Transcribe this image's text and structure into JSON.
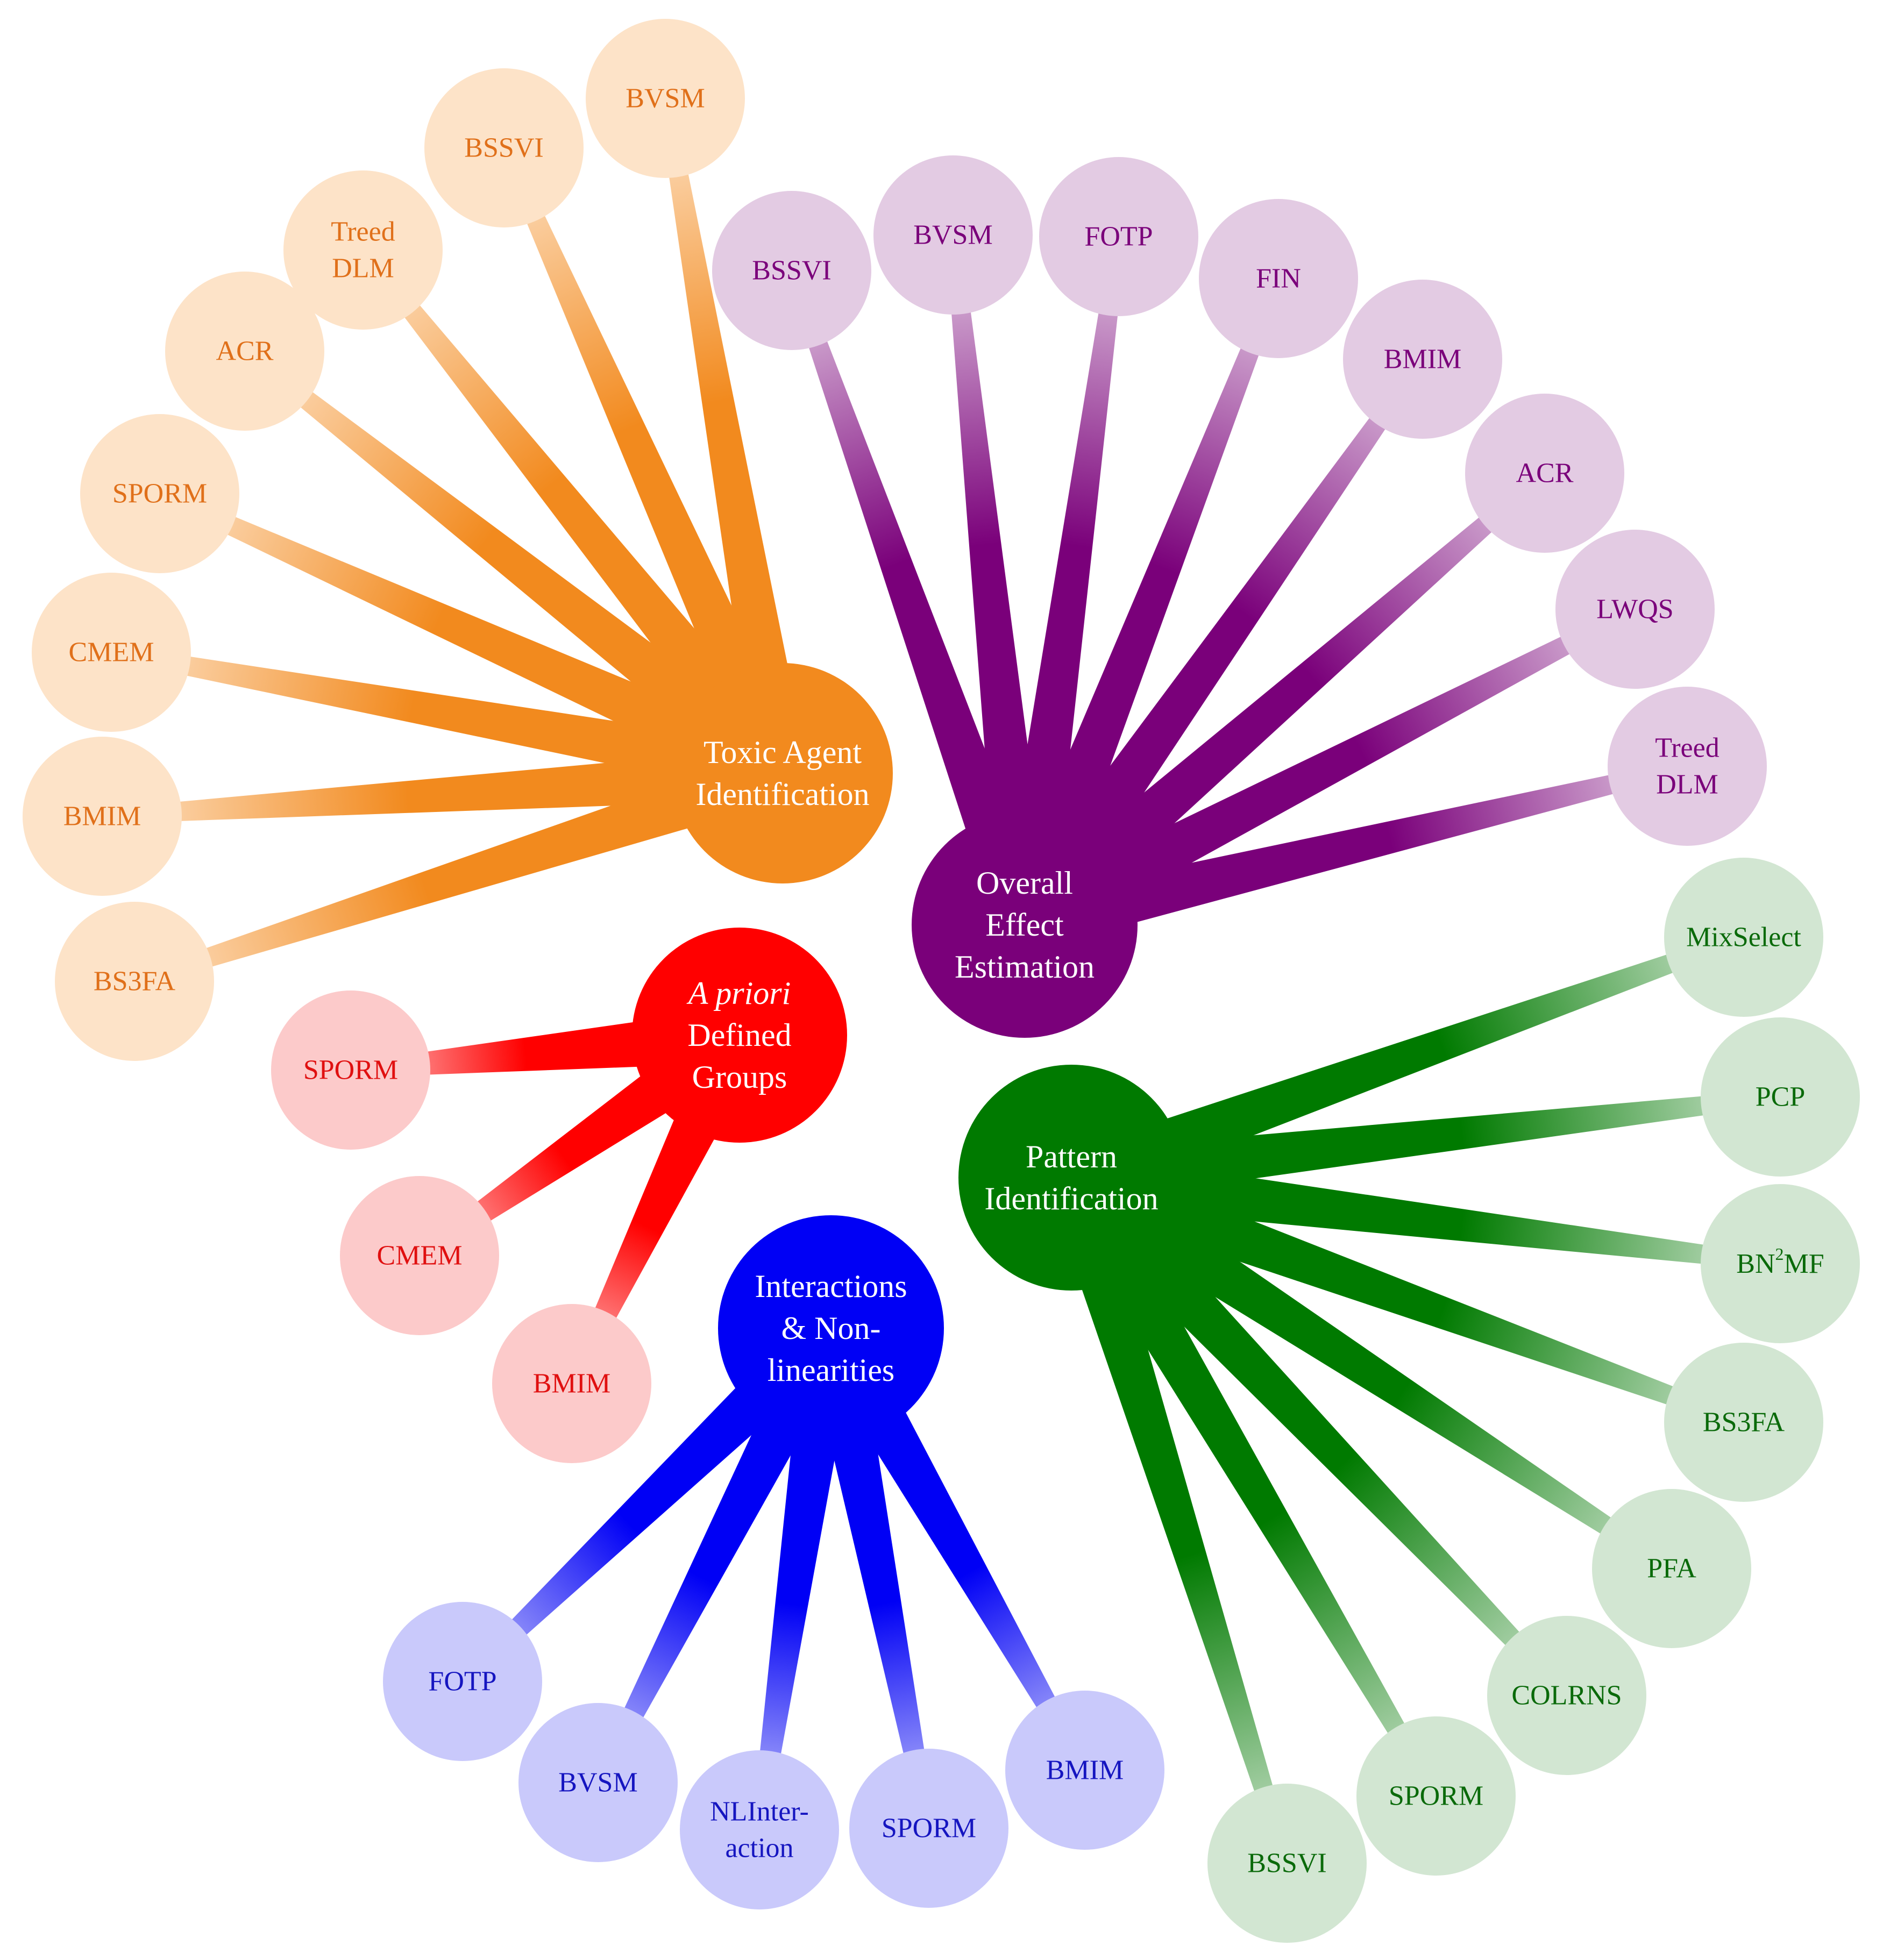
{
  "groups": [
    {
      "id": "toxic",
      "hub_lines": [
        "Toxic Agent",
        "Identification"
      ],
      "color": "#f28a1e",
      "light": "#fde3c8",
      "text_color": "#e0701a",
      "leaves": [
        {
          "lines": [
            "BVSM"
          ]
        },
        {
          "lines": [
            "BSSVI"
          ]
        },
        {
          "lines": [
            "Treed",
            "DLM"
          ]
        },
        {
          "lines": [
            "ACR"
          ]
        },
        {
          "lines": [
            "SPORM"
          ]
        },
        {
          "lines": [
            "CMEM"
          ]
        },
        {
          "lines": [
            "BMIM"
          ]
        },
        {
          "lines": [
            "BS3FA"
          ]
        }
      ]
    },
    {
      "id": "overall",
      "hub_lines": [
        "Overall",
        "Effect",
        "Estimation"
      ],
      "color": "#7a007a",
      "light": "#e3cbe3",
      "text_color": "#7a007a",
      "leaves": [
        {
          "lines": [
            "BSSVI"
          ]
        },
        {
          "lines": [
            "BVSM"
          ]
        },
        {
          "lines": [
            "FOTP"
          ]
        },
        {
          "lines": [
            "FIN"
          ]
        },
        {
          "lines": [
            "BMIM"
          ]
        },
        {
          "lines": [
            "ACR"
          ]
        },
        {
          "lines": [
            "LWQS"
          ]
        },
        {
          "lines": [
            "Treed",
            "DLM"
          ]
        }
      ]
    },
    {
      "id": "apriori",
      "hub_lines": [
        "A priori",
        "Defined",
        "Groups"
      ],
      "hub_italic_first_line": true,
      "color": "#ff0000",
      "light": "#fccaca",
      "text_color": "#e01010",
      "leaves": [
        {
          "lines": [
            "SPORM"
          ]
        },
        {
          "lines": [
            "CMEM"
          ]
        },
        {
          "lines": [
            "BMIM"
          ]
        }
      ]
    },
    {
      "id": "pattern",
      "hub_lines": [
        "Pattern",
        "Identification"
      ],
      "color": "#007a00",
      "light": "#d2e6d2",
      "text_color": "#0a6a0a",
      "leaves": [
        {
          "lines": [
            "MixSelect"
          ]
        },
        {
          "lines": [
            "PCP"
          ]
        },
        {
          "lines": [
            "BN²MF"
          ]
        },
        {
          "lines": [
            "BS3FA"
          ]
        },
        {
          "lines": [
            "PFA"
          ]
        },
        {
          "lines": [
            "COLRNS"
          ]
        },
        {
          "lines": [
            "SPORM"
          ]
        },
        {
          "lines": [
            "BSSVI"
          ]
        }
      ]
    },
    {
      "id": "interactions",
      "hub_lines": [
        "Interactions",
        "& Non-",
        "linearities"
      ],
      "color": "#0000f5",
      "light": "#c9c9fb",
      "text_color": "#1515c0",
      "leaves": [
        {
          "lines": [
            "FOTP"
          ]
        },
        {
          "lines": [
            "BVSM"
          ]
        },
        {
          "lines": [
            "NLInter-",
            "action"
          ]
        },
        {
          "lines": [
            "SPORM"
          ]
        },
        {
          "lines": [
            "BMIM"
          ]
        }
      ]
    }
  ]
}
